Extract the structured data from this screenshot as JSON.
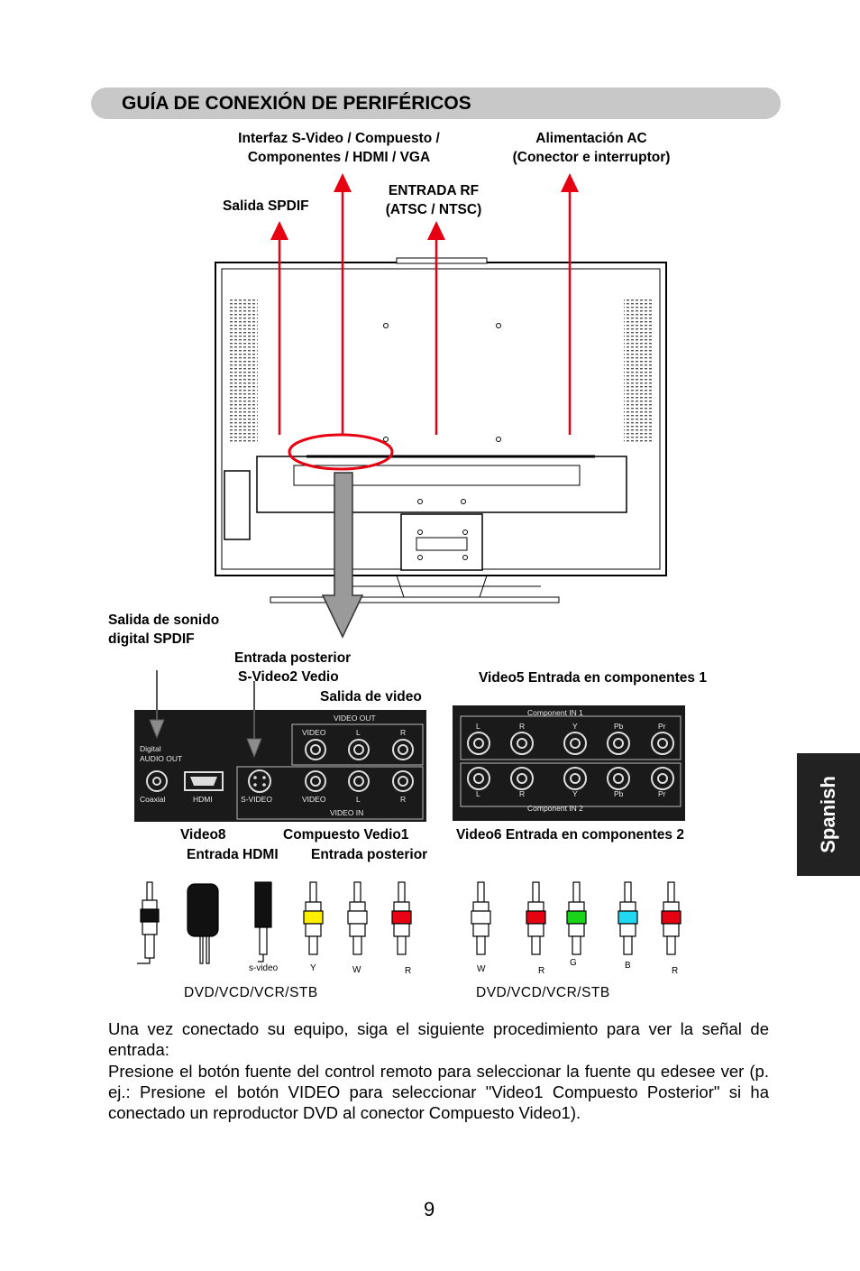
{
  "header": {
    "title": "GUÍA DE CONEXIÓN DE PERIFÉRICOS"
  },
  "side_tab": {
    "label": "Spanish"
  },
  "callouts_top": {
    "interfaz_line1": "Interfaz S-Video / Compuesto /",
    "interfaz_line2": "Componentes / HDMI / VGA",
    "alimentacion_line1": "Alimentación AC",
    "alimentacion_line2": "(Conector e interruptor)",
    "spdif": "Salida SPDIF",
    "rf_line1": "ENTRADA RF",
    "rf_line2": "(ATSC / NTSC)"
  },
  "callouts_panel": {
    "sonido_line1": "Salida de sonido",
    "sonido_line2": "digital SPDIF",
    "posterior_line1": "Entrada posterior",
    "posterior_line2": "S-Video2 Vedio",
    "salida_video": "Salida de video",
    "video5": "Video5 Entrada en componentes 1",
    "video8": "Video8",
    "compuesto": "Compuesto Vedio1",
    "entrada_hdmi": "Entrada HDMI",
    "entrada_posterior": "Entrada posterior",
    "video6": "Video6 Entrada en componentes 2"
  },
  "panel_left": {
    "video_out": "VIDEO  OUT",
    "video": "VIDEO",
    "l": "L",
    "r": "R",
    "digital": "Digital",
    "audio_out": "AUDIO  OUT",
    "coaxial": "Coaxial",
    "hdmi": "HDMI",
    "svideo": "S-VIDEO",
    "video_in": "VIDEO  IN"
  },
  "panel_right": {
    "component_in1": "Component    IN  1",
    "component_in2": "Component    IN  2",
    "labels": [
      "L",
      "R",
      "Y",
      "Pb",
      "Pr"
    ]
  },
  "cables_left": {
    "svideo": "s-video",
    "y": "Y",
    "w": "W",
    "r": "R"
  },
  "cables_right": {
    "w": "W",
    "r": "R",
    "g": "G",
    "b": "B",
    "r2": "R"
  },
  "devices": {
    "left": "DVD/VCD/VCR/STB",
    "right": "DVD/VCD/VCR/STB"
  },
  "body": {
    "para1": "Una vez conectado su equipo, siga el siguiente procedimiento para ver la señal de entrada:",
    "para2": "Presione el botón fuente del control remoto para seleccionar la fuente qu edesee ver (p. ej.: Presione el botón VIDEO para seleccionar \"Video1 Compuesto Posterior\" si ha conectado un reproductor DVD al conector Compuesto Video1)."
  },
  "page_number": "9",
  "colors": {
    "arrow_red": "#e60012",
    "title_bar": "#c8c8c8",
    "tab": "#222222",
    "panel": "#1a1a1a"
  }
}
